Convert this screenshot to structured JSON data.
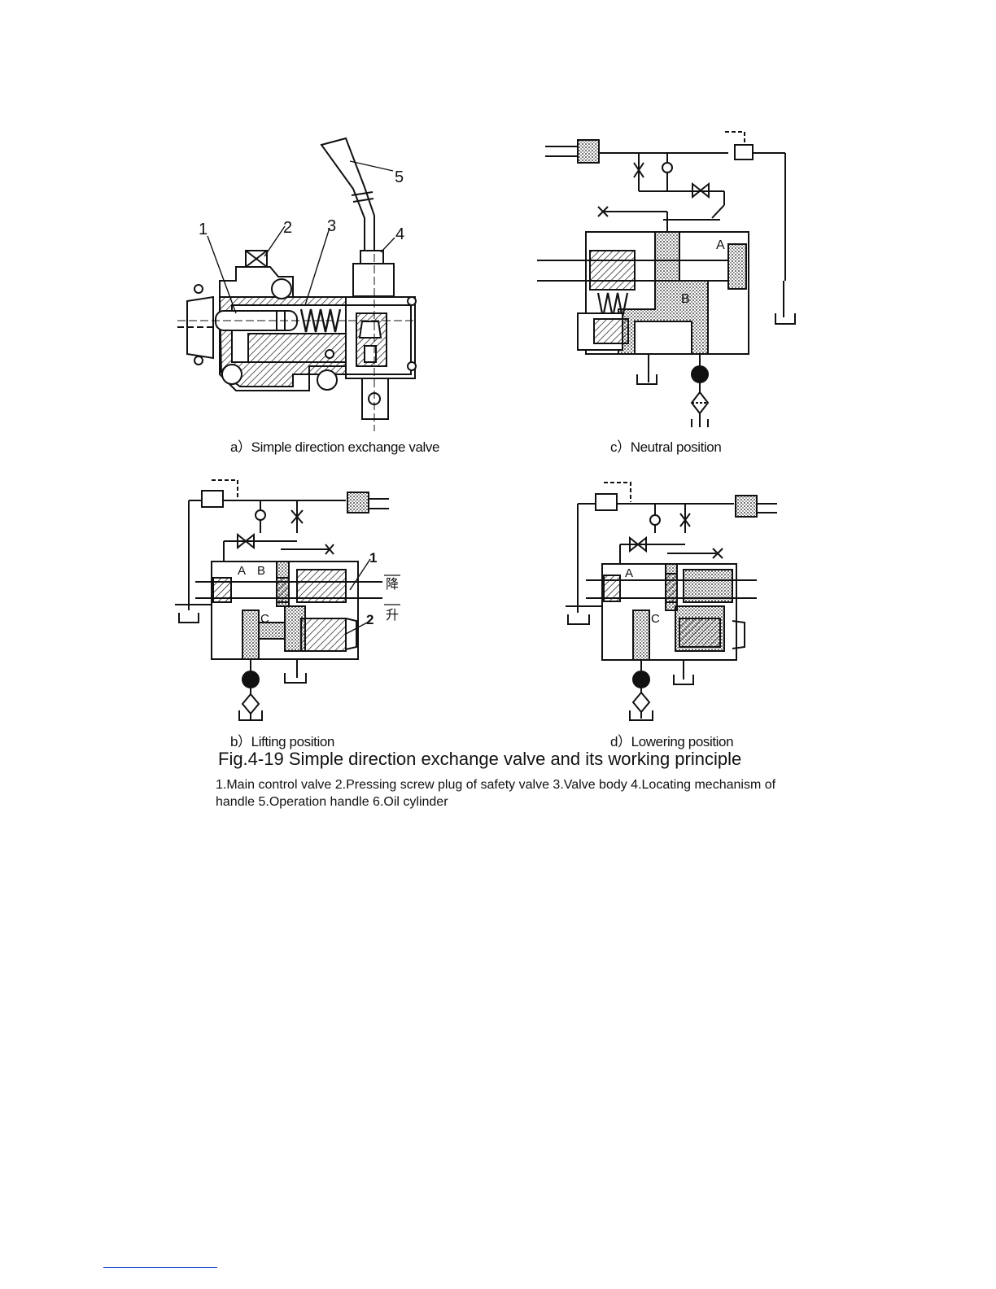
{
  "panels": {
    "a": {
      "caption": "a）Simple direction exchange valve",
      "callouts": [
        "1",
        "2",
        "3",
        "4",
        "5"
      ]
    },
    "b": {
      "caption": "b）Lifting position",
      "labels": [
        "A",
        "B",
        "C",
        "1",
        "2"
      ],
      "direction_labels": [
        "降",
        "升"
      ]
    },
    "c": {
      "caption": "c）Neutral position",
      "labels": [
        "A",
        "B"
      ]
    },
    "d": {
      "caption": "d）Lowering position",
      "labels": [
        "A",
        "C"
      ]
    }
  },
  "figure": {
    "title": "Fig.4-19  Simple direction exchange valve and its working principle",
    "legend": "1.Main control valve  2.Pressing screw plug of safety valve  3.Valve body  4.Locating mechanism of handle  5.Operation handle  6.Oil cylinder"
  },
  "colors": {
    "ink": "#111111",
    "rule": "#2244cc"
  }
}
